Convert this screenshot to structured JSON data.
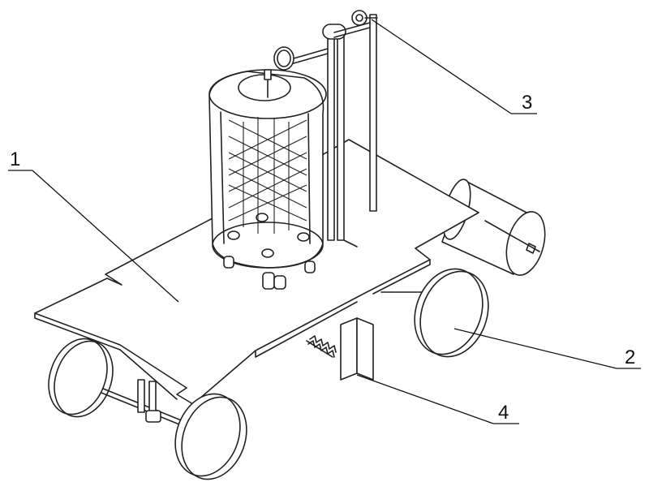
{
  "diagram": {
    "callouts": [
      {
        "id": "part-1",
        "label": "1"
      },
      {
        "id": "part-2",
        "label": "2"
      },
      {
        "id": "part-3",
        "label": "3"
      },
      {
        "id": "part-4",
        "label": "4"
      }
    ],
    "colors": {
      "line": "#222222",
      "background": "#ffffff"
    }
  }
}
